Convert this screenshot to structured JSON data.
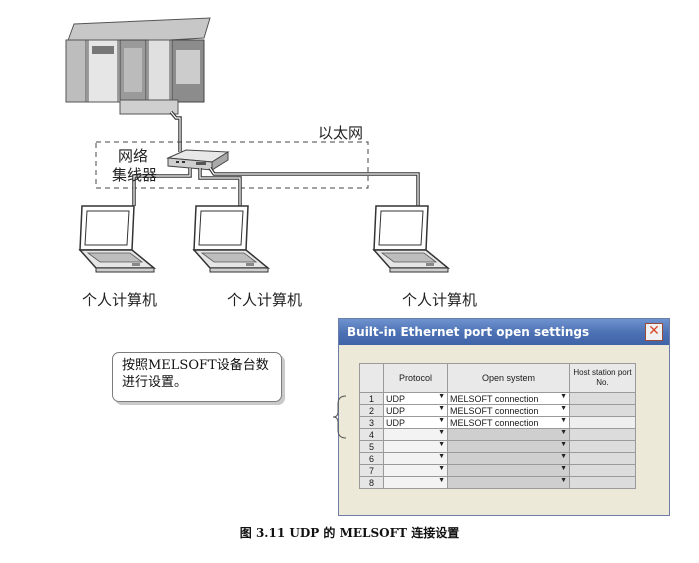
{
  "labels": {
    "ethernet": "以太网",
    "hub_line1": "网络",
    "hub_line2": "集线器",
    "pc1": "个人计算机",
    "pc2": "个人计算机",
    "pc3": "个人计算机"
  },
  "callout": {
    "text": "按照MELSOFT设备台数进行设置。"
  },
  "dialog": {
    "title": "Built-in Ethernet port open settings",
    "close_icon": "close-icon",
    "columns": {
      "protocol": "Protocol",
      "open_system": "Open system",
      "host_port": "Host station port No."
    },
    "rows": [
      {
        "num": "1",
        "protocol": "UDP",
        "open_system": "MELSOFT connection",
        "host_port": ""
      },
      {
        "num": "2",
        "protocol": "UDP",
        "open_system": "MELSOFT connection",
        "host_port": ""
      },
      {
        "num": "3",
        "protocol": "UDP",
        "open_system": "MELSOFT connection",
        "host_port": ""
      },
      {
        "num": "4",
        "protocol": "",
        "open_system": "",
        "host_port": ""
      },
      {
        "num": "5",
        "protocol": "",
        "open_system": "",
        "host_port": ""
      },
      {
        "num": "6",
        "protocol": "",
        "open_system": "",
        "host_port": ""
      },
      {
        "num": "7",
        "protocol": "",
        "open_system": "",
        "host_port": ""
      },
      {
        "num": "8",
        "protocol": "",
        "open_system": "",
        "host_port": ""
      }
    ]
  },
  "caption": "图 3.11 UDP 的 MELSOFT 连接设置",
  "colors": {
    "title_bar": "#4b70b3",
    "dialog_bg": "#ece9d8",
    "dashed_border": "#444444"
  }
}
